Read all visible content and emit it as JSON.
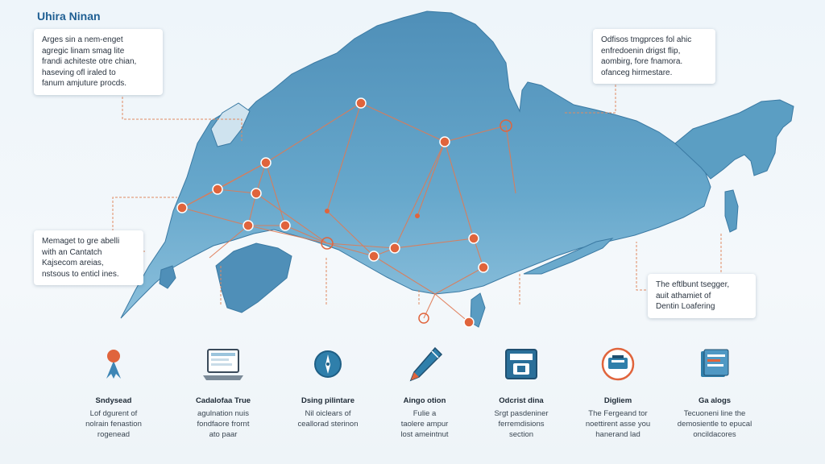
{
  "title": "Uhira Ninan",
  "callouts": {
    "top_left": [
      "Arges sin a nem-enget",
      "agregic linam smag lite",
      "frandi achiteste otre chian,",
      "haseving ofl iraled to",
      "fanum amjuture procds."
    ],
    "top_right": [
      "Odfisos tmgprces fol ahic",
      "enfredoenin drigst flip,",
      "aombirg, fore fnamora.",
      "ofanceg hirmestare."
    ],
    "mid_left": [
      "Memaget to gre abelli",
      "with an Cantatch",
      "Kajsecom areias,",
      "nstsous to enticl ines."
    ],
    "right": [
      "The eftlbunt tsegger,",
      "auit athamiet of",
      "Dentin Loafering"
    ]
  },
  "legend": [
    {
      "icon": "location-pin-icon",
      "title": "Sndysead",
      "desc": [
        "Lof dgurent of",
        "nolrain fenastion",
        "rogenead"
      ]
    },
    {
      "icon": "laptop-icon",
      "title": "Cadalofaa True",
      "desc": [
        "agulnation nuis",
        "fondfaore frornt",
        "ato paar"
      ]
    },
    {
      "icon": "compass-icon",
      "title": "Dsing pilintare",
      "desc": [
        "Nil oiclears of",
        "ceallorad sterinon"
      ]
    },
    {
      "icon": "pen-icon",
      "title": "Aingo otion",
      "desc": [
        "Fulie a",
        "taolere ampur",
        "lost ameintnut"
      ]
    },
    {
      "icon": "monitor-icon",
      "title": "Odcrist dina",
      "desc": [
        "Srgt pasdeniner",
        "ferremdisions",
        "section"
      ]
    },
    {
      "icon": "device-circle-icon",
      "title": "Digliem",
      "desc": [
        "The Fergeand tor",
        "noettirent asse you",
        "hanerand lad"
      ]
    },
    {
      "icon": "book-stack-icon",
      "title": "Ga alogs",
      "desc": [
        "Tecuoneni line the",
        "demosientle to epucal",
        "oncildacores"
      ]
    }
  ],
  "colors": {
    "land": "#5e9fc4",
    "land_dark": "#3f7ea6",
    "node": "#e0643c",
    "route": "#e07a54",
    "title": "#1f5f93"
  }
}
